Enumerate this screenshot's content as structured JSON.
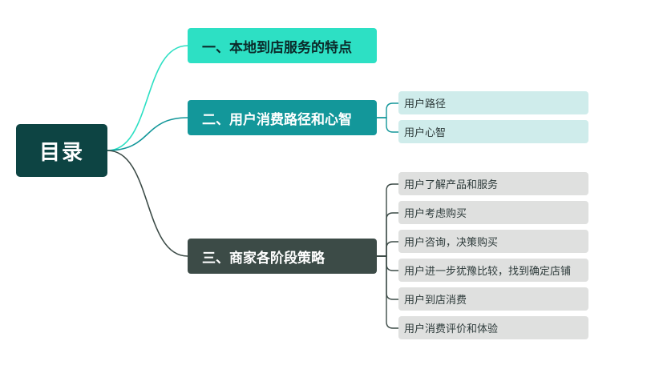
{
  "root": {
    "label": "目录"
  },
  "branches": [
    {
      "label": "一、本地到店服务的特点",
      "color": "#2de0c4",
      "children": []
    },
    {
      "label": "二、用户消费路径和心智",
      "color": "#13979a",
      "children": [
        {
          "label": "用户路径"
        },
        {
          "label": "用户心智"
        }
      ]
    },
    {
      "label": "三、商家各阶段策略",
      "color": "#3c4b47",
      "children": [
        {
          "label": "用户了解产品和服务"
        },
        {
          "label": "用户考虑购买"
        },
        {
          "label": "用户咨询，决策购买"
        },
        {
          "label": "用户进一步犹豫比较，找到确定店铺"
        },
        {
          "label": "用户到店消费"
        },
        {
          "label": "用户消费评价和体验"
        }
      ]
    }
  ]
}
